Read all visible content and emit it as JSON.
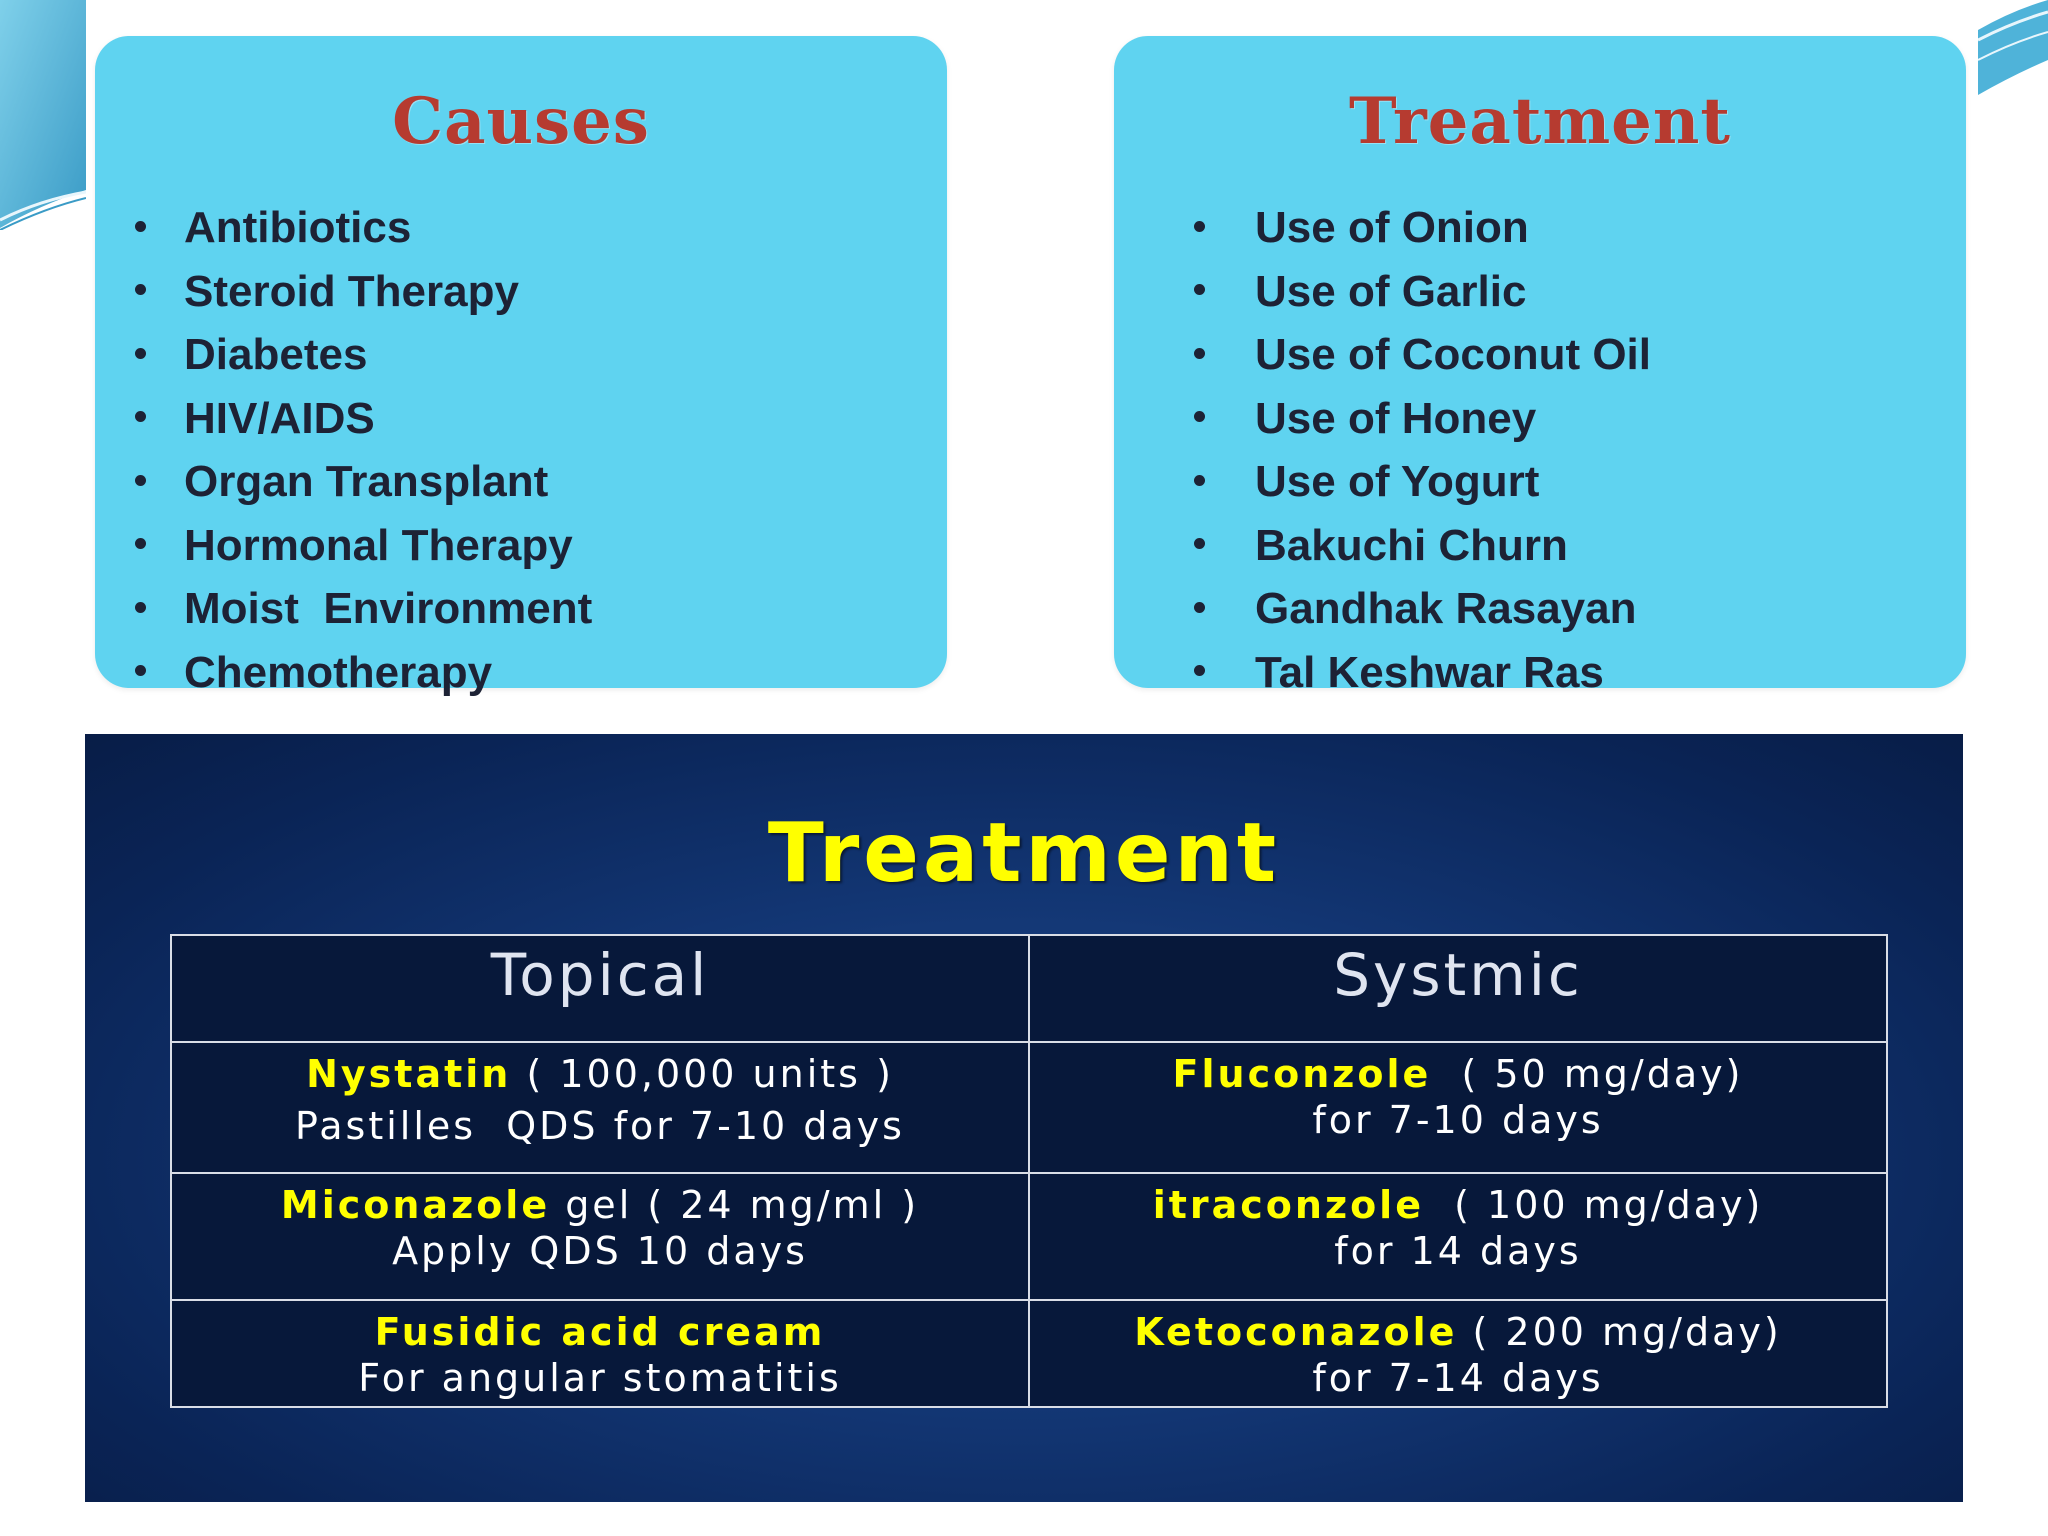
{
  "causes": {
    "title": "Causes",
    "items": [
      "Antibiotics",
      "Steroid Therapy",
      "Diabetes",
      "HIV/AIDS",
      "Organ Transplant",
      "Hormonal Therapy",
      "Moist  Environment",
      "Chemotherapy"
    ]
  },
  "home_treatment": {
    "title": "Treatment",
    "items": [
      "Use of Onion",
      "Use of Garlic",
      "Use of Coconut Oil",
      "Use of Honey",
      "Use of Yogurt",
      "Bakuchi Churn",
      "Gandhak Rasayan",
      "Tal Keshwar Ras"
    ]
  },
  "drug_treatment": {
    "title": "Treatment",
    "headers": [
      "Topical",
      "Systmic"
    ],
    "rows": [
      {
        "topical": {
          "drug": "Nystatin",
          "detail": " ( 100,000 units )",
          "line2": "Pastilles  QDS for 7-10 days"
        },
        "systemic": {
          "drug": "Fluconzole",
          "detail": "  ( 50 mg/day)",
          "line2": "for 7-10 days"
        }
      },
      {
        "topical": {
          "drug": "Miconazole",
          "detail": " gel ( 24 mg/ml )",
          "line2": "Apply QDS 10 days"
        },
        "systemic": {
          "drug": "itraconzole",
          "detail": "  ( 100 mg/day)",
          "line2": "for 14 days"
        }
      },
      {
        "topical": {
          "drug": "Fusidic acid cream",
          "detail": "",
          "line2": "For angular stomatitis"
        },
        "systemic": {
          "drug": "Ketoconazole",
          "detail": " ( 200 mg/day)",
          "line2": "for 7-14 days"
        }
      }
    ]
  },
  "colors": {
    "card_bg": "#5fd3f0",
    "card_title": "#b63b30",
    "panel_bg": "#123572",
    "highlight": "#ffff00"
  }
}
